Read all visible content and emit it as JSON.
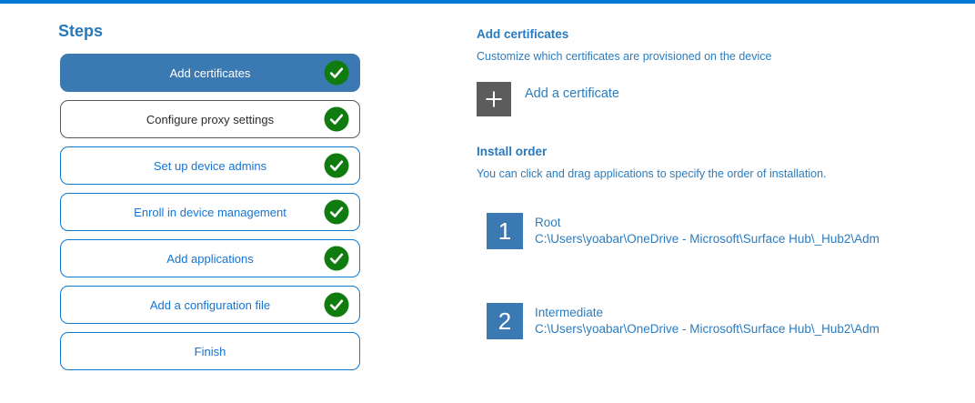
{
  "palette": {
    "top_bar": "#0078d7",
    "step_active_bg": "#3a79b2",
    "step_border_blue": "#0f7ad1",
    "step_text_blue": "#1374d6",
    "visited_border_gray": "#595959",
    "visited_text": "#2b2b2b",
    "check_green": "#107c10",
    "heading_blue": "#2779be",
    "body_blue": "#2b7cbf",
    "plus_button_gray": "#5c5c5c"
  },
  "steps_panel": {
    "title": "Steps",
    "items": [
      {
        "label": "Add certificates",
        "state": "active",
        "checked": true
      },
      {
        "label": "Configure proxy settings",
        "state": "visited",
        "checked": true
      },
      {
        "label": "Set up device admins",
        "state": "normal",
        "checked": true
      },
      {
        "label": "Enroll in device management",
        "state": "normal",
        "checked": true
      },
      {
        "label": "Add applications",
        "state": "normal",
        "checked": true
      },
      {
        "label": "Add a configuration file",
        "state": "normal",
        "checked": true
      },
      {
        "label": "Finish",
        "state": "normal",
        "checked": false
      }
    ]
  },
  "content": {
    "section_title": "Add certificates",
    "section_subtitle": "Customize which certificates are provisioned on the device",
    "add_button": {
      "icon": "plus-icon",
      "label": "Add a certificate"
    },
    "install_order": {
      "title": "Install order",
      "description": "You can click and drag applications to specify the order of installation.",
      "items": [
        {
          "number": "1",
          "name": "Root",
          "path": "C:\\Users\\yoabar\\OneDrive - Microsoft\\Surface Hub\\_Hub2\\Adm"
        },
        {
          "number": "2",
          "name": "Intermediate",
          "path": "C:\\Users\\yoabar\\OneDrive - Microsoft\\Surface Hub\\_Hub2\\Adm"
        }
      ]
    }
  }
}
